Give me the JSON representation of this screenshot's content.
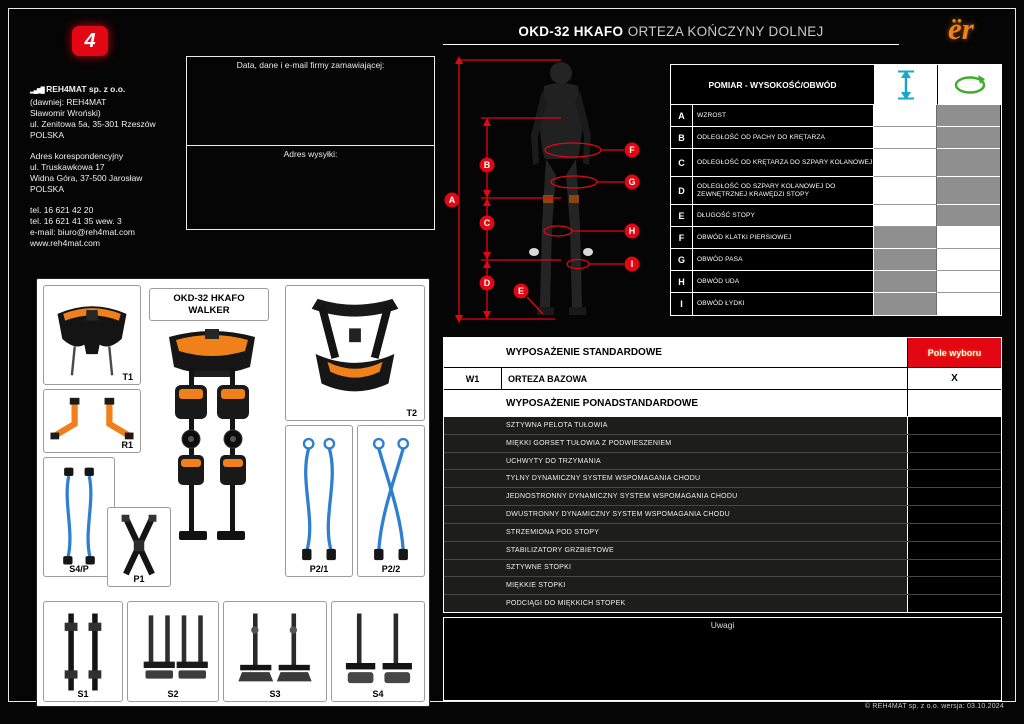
{
  "header": {
    "logo_4": "4",
    "title_code": "OKD-32 HKAFO",
    "title_name": "ORTEZA KOŃCZYNY DOLNEJ",
    "logo_er": "ër"
  },
  "company": {
    "logo_glyph": "▂▄▆█",
    "name": "REH4MAT sp. z o.o.",
    "line2": "(dawniej: REH4MAT",
    "line3": "Sławomir Wroński)",
    "line4": "ul. Zenitowa 5a, 35-301 Rzeszów",
    "line5": "POLSKA",
    "corr_title": "Adres korespondencyjny",
    "corr_line1": "ul. Truskawkowa 17",
    "corr_line2": "Widna Góra, 37-500 Jarosław",
    "corr_line3": "POLSKA",
    "tel1": "tel. 16 621 42 20",
    "tel2": "tel. 16 621 41 35 wew. 3",
    "email": "e-mail: biuro@reh4mat.com",
    "www": "www.reh4mat.com"
  },
  "order": {
    "customer_box_label": "Data, dane i e-mail firmy zamawiającej:",
    "shipping_box_label": "Adres wysyłki:"
  },
  "measurements": {
    "header": "POMIAR - WYSOKOŚĆ/OBWÓD",
    "icons": {
      "height_column": "height-measure-icon",
      "circumference_column": "circumference-measure-icon"
    },
    "rows": [
      {
        "letter": "A",
        "label": "WZROST",
        "fill": "height"
      },
      {
        "letter": "B",
        "label": "ODLEGŁOŚĆ OD PACHY DO KRĘTARZA",
        "fill": "height"
      },
      {
        "letter": "C",
        "label": "ODLEGŁOŚĆ OD KRĘTARZA DO SZPARY KOLANOWEJ",
        "fill": "height"
      },
      {
        "letter": "D",
        "label": "ODLEGŁOŚĆ OD SZPARY KOLANOWEJ DO ZEWNĘTRZNEJ KRAWĘDZI STOPY",
        "fill": "height"
      },
      {
        "letter": "E",
        "label": "DŁUGOŚĆ STOPY",
        "fill": "height"
      },
      {
        "letter": "F",
        "label": "OBWÓD KLATKI PIERSIOWEJ",
        "fill": "circumference"
      },
      {
        "letter": "G",
        "label": "OBWÓD PASA",
        "fill": "circumference"
      },
      {
        "letter": "H",
        "label": "OBWÓD UDA",
        "fill": "circumference"
      },
      {
        "letter": "I",
        "label": "OBWÓD ŁYDKI",
        "fill": "circumference"
      }
    ]
  },
  "equipment": {
    "standard_header": "WYPOSAŻENIE STANDARDOWE",
    "choice_header": "Pole wyboru",
    "base_row": {
      "code": "W1",
      "label": "ORTEZA BAZOWA",
      "value": "X"
    },
    "extra_header": "WYPOSAŻENIE PONADSTANDARDOWE",
    "options": [
      "SZTYWNA PELOTA TUŁOWIA",
      "MIĘKKI GORSET TUŁOWIA Z PODWIESZENIEM",
      "UCHWYTY DO TRZYMANIA",
      "TYLNY DYNAMICZNY SYSTEM WSPOMAGANIA CHODU",
      "JEDNOSTRONNY DYNAMICZNY SYSTEM WSPOMAGANIA CHODU",
      "DWUSTRONNY DYNAMICZNY SYSTEM WSPOMAGANIA CHODU",
      "STRZEMIONA POD STOPY",
      "STABILIZATORY GRZBIETOWE",
      "SZTYWNE STOPKI",
      "MIĘKKIE STOPKI",
      "PODCIĄGI DO MIĘKKICH STOPEK"
    ],
    "notes_label": "Uwagi"
  },
  "gallery": {
    "main_title_line1": "OKD-32 HKAFO",
    "main_title_line2": "WALKER",
    "items": [
      "T1",
      "T2",
      "R1",
      "S4/P",
      "P1",
      "P2/1",
      "P2/2",
      "S1",
      "S2",
      "S3",
      "S4"
    ]
  },
  "footer": "© REH4MAT sp. z o.o. wersja: 03.10.2024",
  "colors": {
    "accent_red": "#e30613",
    "accent_orange": "#f08019",
    "option_row_dark": "#1d1d1b",
    "disabled_cell_gray": "#8f8f8f",
    "cable_blue": "#2e7fd0",
    "circumference_green": "#3fae2a",
    "height_arrow_cyan": "#18a7c9"
  }
}
